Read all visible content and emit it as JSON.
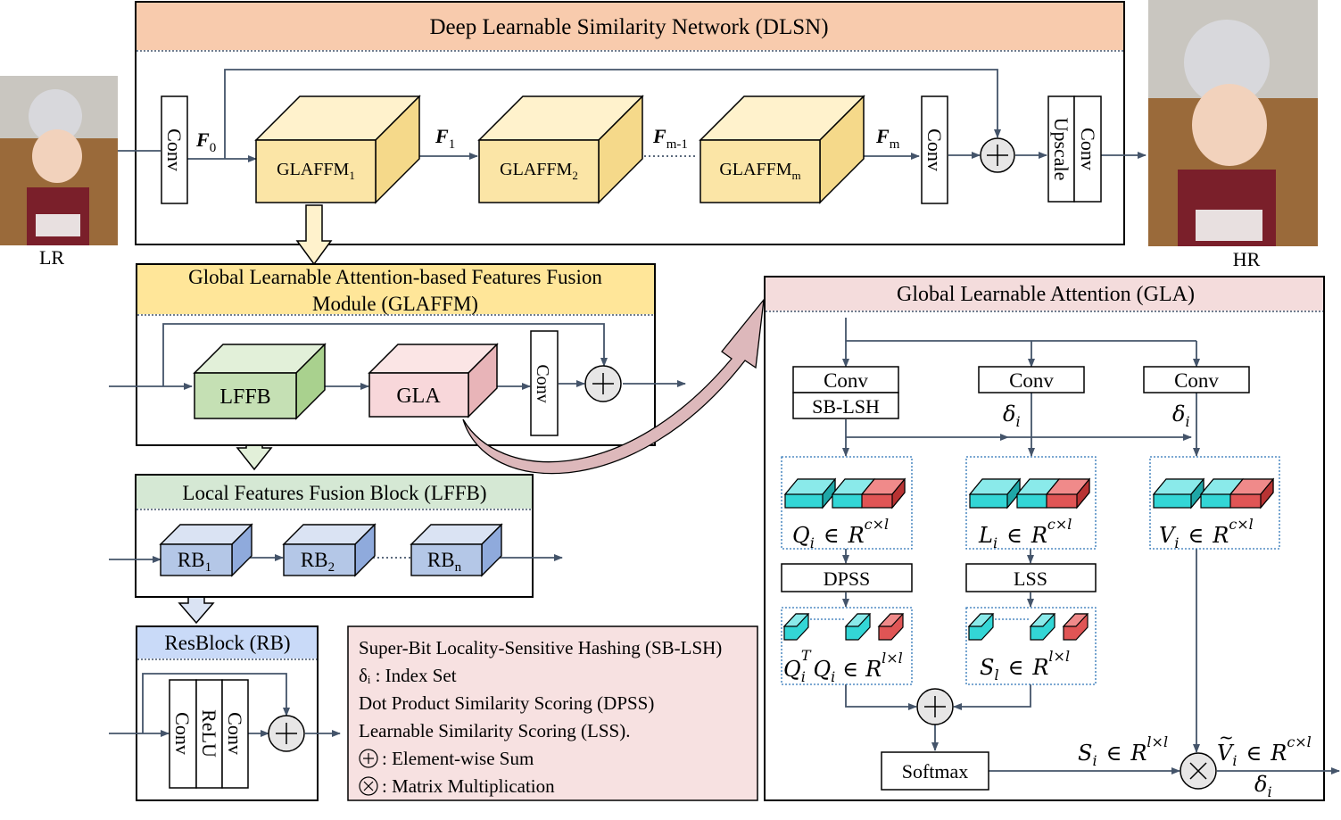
{
  "dlsn": {
    "title": "Deep Learnable Similarity Network (DLSN)",
    "conv_in": "Conv",
    "conv_out": "Conv",
    "upscale": "Upscale",
    "conv_up": "Conv",
    "f0": "F",
    "f0_sub": "0",
    "f1": "F",
    "f1_sub": "1",
    "fm1": "F",
    "fm1_sub": "m-1",
    "fm": "F",
    "fm_sub": "m",
    "glaffm1": "GLAFFM",
    "glaffm1_sub": "1",
    "glaffm2": "GLAFFM",
    "glaffm2_sub": "2",
    "glaffmm": "GLAFFM",
    "glaffmm_sub": "m"
  },
  "lr_label": "LR",
  "hr_label": "HR",
  "glaffm": {
    "title_line1": "Global Learnable Attention-based Features Fusion",
    "title_line2": "Module (GLAFFM)",
    "lffb": "LFFB",
    "gla": "GLA",
    "conv": "Conv"
  },
  "lffb": {
    "title": "Local Features Fusion Block (LFFB)",
    "rb1": "RB",
    "rb1_sub": "1",
    "rb2": "RB",
    "rb2_sub": "2",
    "rbn": "RB",
    "rbn_sub": "n"
  },
  "resblock": {
    "title": "ResBlock (RB)",
    "conv1": "Conv",
    "relu": "ReLU",
    "conv2": "Conv"
  },
  "legend": {
    "sblsh": "Super-Bit Locality-Sensitive Hashing (SB-LSH)",
    "delta": "δᵢ : Index Set",
    "dpss": "Dot Product Similarity Scoring (DPSS)",
    "lss": "Learnable Similarity Scoring  (LSS).",
    "sum": ": Element-wise Sum",
    "matmul": ": Matrix Multiplication"
  },
  "gla": {
    "title": "Global Learnable Attention (GLA)",
    "conv_q": "Conv",
    "sblsh": "SB-LSH",
    "conv_l": "Conv",
    "conv_v": "Conv",
    "delta": "δ",
    "delta_sub": "i",
    "q_label": "Q",
    "l_label": "L",
    "v_label": "V",
    "in_sym": "∈",
    "r_sym": "R",
    "sub_i": "i",
    "sup_cl": "c×l",
    "dpss": "DPSS",
    "lss": "LSS",
    "qtq_q": "Q",
    "qtq_t": "T",
    "sl_s": "S",
    "sl_sub": "l",
    "sup_ll": "l×l",
    "softmax": "Softmax",
    "si_s": "S",
    "vt_v": "V",
    "vt_tilde": "~"
  },
  "colors": {
    "dlsn_header": "#f8cbad",
    "glaffm_header": "#ffe699",
    "glaffm_block": "#fbe5a6",
    "lffb_header": "#d5e8d4",
    "lffb_block": "#c5e0b4",
    "gla_block": "#f8d7da",
    "gla_header": "#f4dcdc",
    "rb_header": "#c9daf8",
    "rb_block": "#b4c7e7",
    "legend_bg": "#f7e1e1",
    "cyan": "#33d6d6",
    "red": "#e05555"
  }
}
